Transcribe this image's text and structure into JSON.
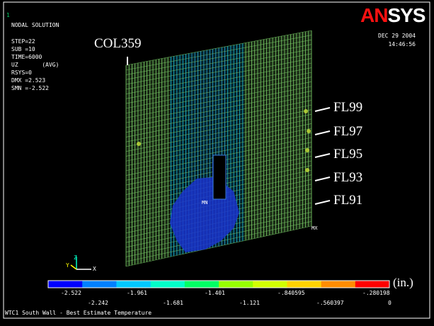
{
  "window_number": "1",
  "plot_title": "NODAL SOLUTION",
  "solution_lines": [
    "STEP=22",
    "SUB =10",
    "TIME=6000",
    "UZ       (AVG)",
    "RSYS=0",
    "DMX =2.523",
    "SMN =-2.522"
  ],
  "logo": {
    "red_part": "AN",
    "white_part": "SYS"
  },
  "date": "DEC 29 2004",
  "time": "14:46:56",
  "column_label": "COL359",
  "floor_labels": [
    "FL99",
    "FL97",
    "FL95",
    "FL93",
    "FL91"
  ],
  "min_marker": "MN",
  "max_marker": "MX",
  "triad": {
    "x": "X",
    "y": "Y",
    "z": "Z"
  },
  "legend": {
    "units": "(in.)",
    "top_ticks": [
      "-2.522",
      "-1.961",
      "-1.401",
      "-.840595",
      "-.280198"
    ],
    "bottom_ticks": [
      "-2.242",
      "-1.681",
      "-1.121",
      "-.560397",
      "0"
    ],
    "colors": [
      "#0000ff",
      "#0080ff",
      "#00c8ff",
      "#00ffc8",
      "#00ff64",
      "#96ff00",
      "#d2ff00",
      "#ffd200",
      "#ff8c00",
      "#ff0000"
    ]
  },
  "colors": {
    "mesh_low": "#1a33cc",
    "mesh_mid": "#19b8d8",
    "mesh_high": "#7dd36a",
    "mesh_peak": "#c8e23a"
  },
  "caption": "WTC1 South Wall - Best Estimate Temperature"
}
